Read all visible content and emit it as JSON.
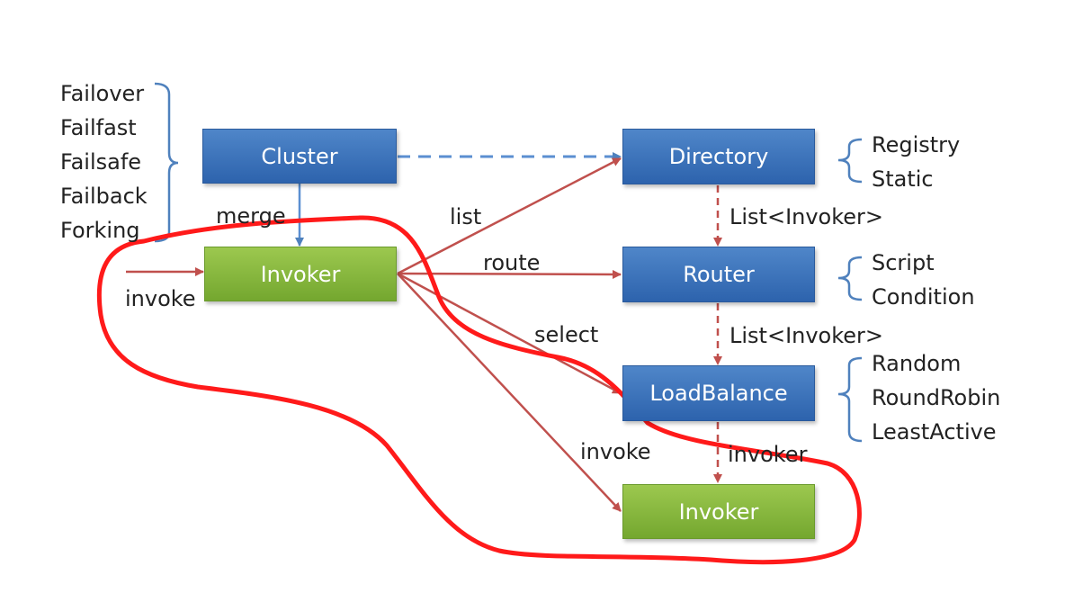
{
  "nodes": {
    "cluster": "Cluster",
    "directory": "Directory",
    "invoker_top": "Invoker",
    "router": "Router",
    "loadbalance": "LoadBalance",
    "invoker_bottom": "Invoker"
  },
  "edge_labels": {
    "merge": "merge",
    "invoke_in": "invoke",
    "list": "list",
    "route": "route",
    "select": "select",
    "invoke": "invoke",
    "dir_to_router": "List<Invoker>",
    "router_to_lb": "List<Invoker>",
    "lb_to_invoker": "invoker"
  },
  "groups": {
    "cluster_types": [
      "Failover",
      "Failfast",
      "Failsafe",
      "Failback",
      "Forking"
    ],
    "directory_types": [
      "Registry",
      "Static"
    ],
    "router_types": [
      "Script",
      "Condition"
    ],
    "loadbalance_types": [
      "Random",
      "RoundRobin",
      "LeastActive"
    ]
  },
  "colors": {
    "blue_box": "#3a72bd",
    "green_box": "#86b83c",
    "blue_arrow": "#5b8fd1",
    "red_arrow": "#c0504d",
    "annotation": "#ff1a1a",
    "bracket": "#4f81bd"
  }
}
